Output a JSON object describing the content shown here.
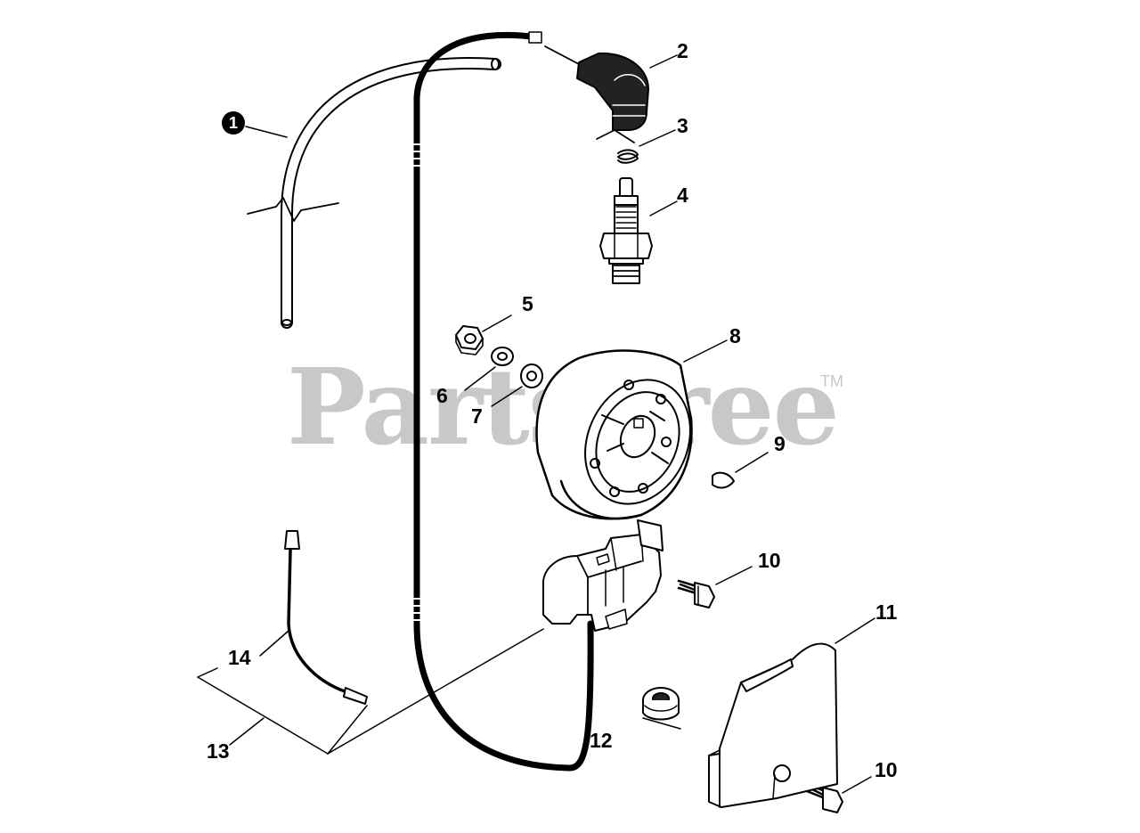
{
  "watermark": {
    "text": "PartsTree",
    "trademark": "TM"
  },
  "callouts": {
    "c1": "1",
    "c2": "2",
    "c3": "3",
    "c4": "4",
    "c5": "5",
    "c6": "6",
    "c7": "7",
    "c8": "8",
    "c9": "9",
    "c10a": "10",
    "c10b": "10",
    "c11": "11",
    "c12": "12",
    "c13": "13",
    "c14": "14"
  },
  "colors": {
    "line": "#000000",
    "part_fill": "#ffffff",
    "watermark": "#c8c8c8"
  }
}
